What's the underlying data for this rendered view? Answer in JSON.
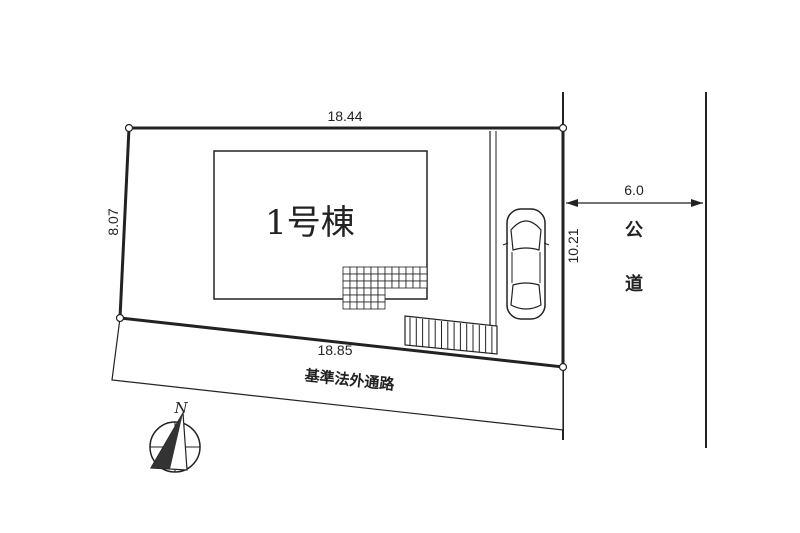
{
  "plan": {
    "building_label": "1号棟",
    "passage_label": "基準法外通路",
    "road_label_line1": "公",
    "road_label_line2": "道",
    "road_width": "6.0",
    "north_label": "N"
  },
  "dimensions": {
    "top": "18.44",
    "left": "8.07",
    "bottom": "18.85",
    "right": "10.21"
  },
  "icons": [
    "car-icon",
    "north-arrow-icon"
  ]
}
